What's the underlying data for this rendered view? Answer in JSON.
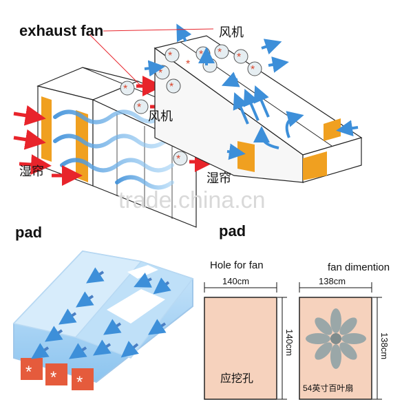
{
  "labels": {
    "exhaust_fan": "exhaust fan",
    "fengji_top": "风机",
    "fengji_left": "风机",
    "shilian_left": "湿帘",
    "shilian_right": "湿帘",
    "pad_left": "pad",
    "pad_right": "pad",
    "watermark": "trade.china.cn"
  },
  "hole_panel": {
    "title": "Hole for fan",
    "width": "140cm",
    "height": "140cm",
    "caption": "应挖孔"
  },
  "fan_panel": {
    "title": "fan dimention",
    "width": "138cm",
    "height": "138cm",
    "caption": "54英寸百叶扇"
  },
  "colors": {
    "pad": "#f0a020",
    "arrow_red": "#e8242b",
    "air_blue": "#3d8fd9",
    "panel_fill": "#f6d2bd",
    "fan_gray": "#9aa7a8",
    "fan_red": "#d9442b"
  }
}
